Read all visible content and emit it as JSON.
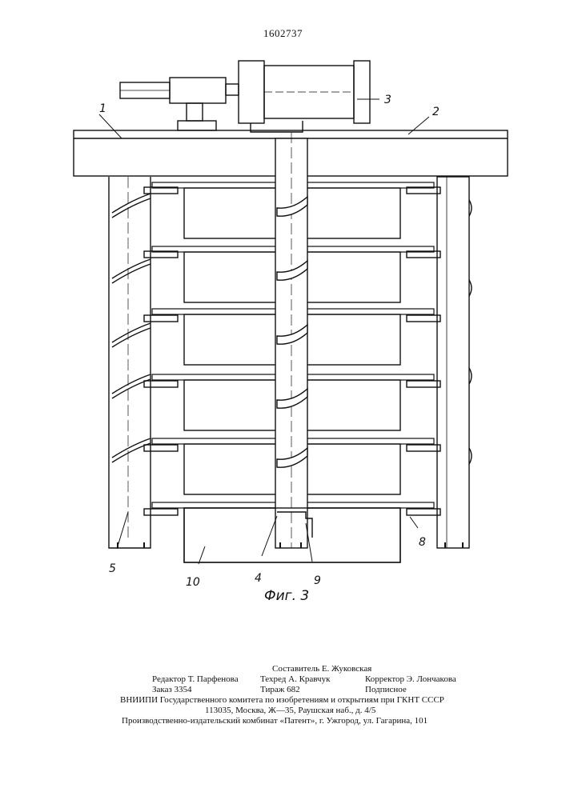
{
  "document": {
    "page_number": "1602737"
  },
  "figure": {
    "caption": "Фиг. 3",
    "labels": {
      "l1": "1",
      "l2": "2",
      "l3": "3",
      "l4": "4",
      "l5": "5",
      "l8": "8",
      "l9": "9",
      "l10": "10"
    }
  },
  "imprint": {
    "compiler": "Составитель Е. Жуковская",
    "editor": "Редактор Т. Парфенова",
    "tech_editor": "Техред А. Кравчук",
    "proofreader": "Корректор Э. Лончакова",
    "order": "Заказ 3354",
    "circulation": "Тираж 682",
    "subscription": "Подписное",
    "org_line": "ВНИИПИ Государственного комитета по изобретениям и открытиям при ГКНТ СССР",
    "address_line": "113035, Москва, Ж—35, Раушская наб., д. 4/5",
    "publisher_line": "Производственно-издательский комбинат «Патент», г. Ужгород, ул. Гагарина, 101"
  }
}
